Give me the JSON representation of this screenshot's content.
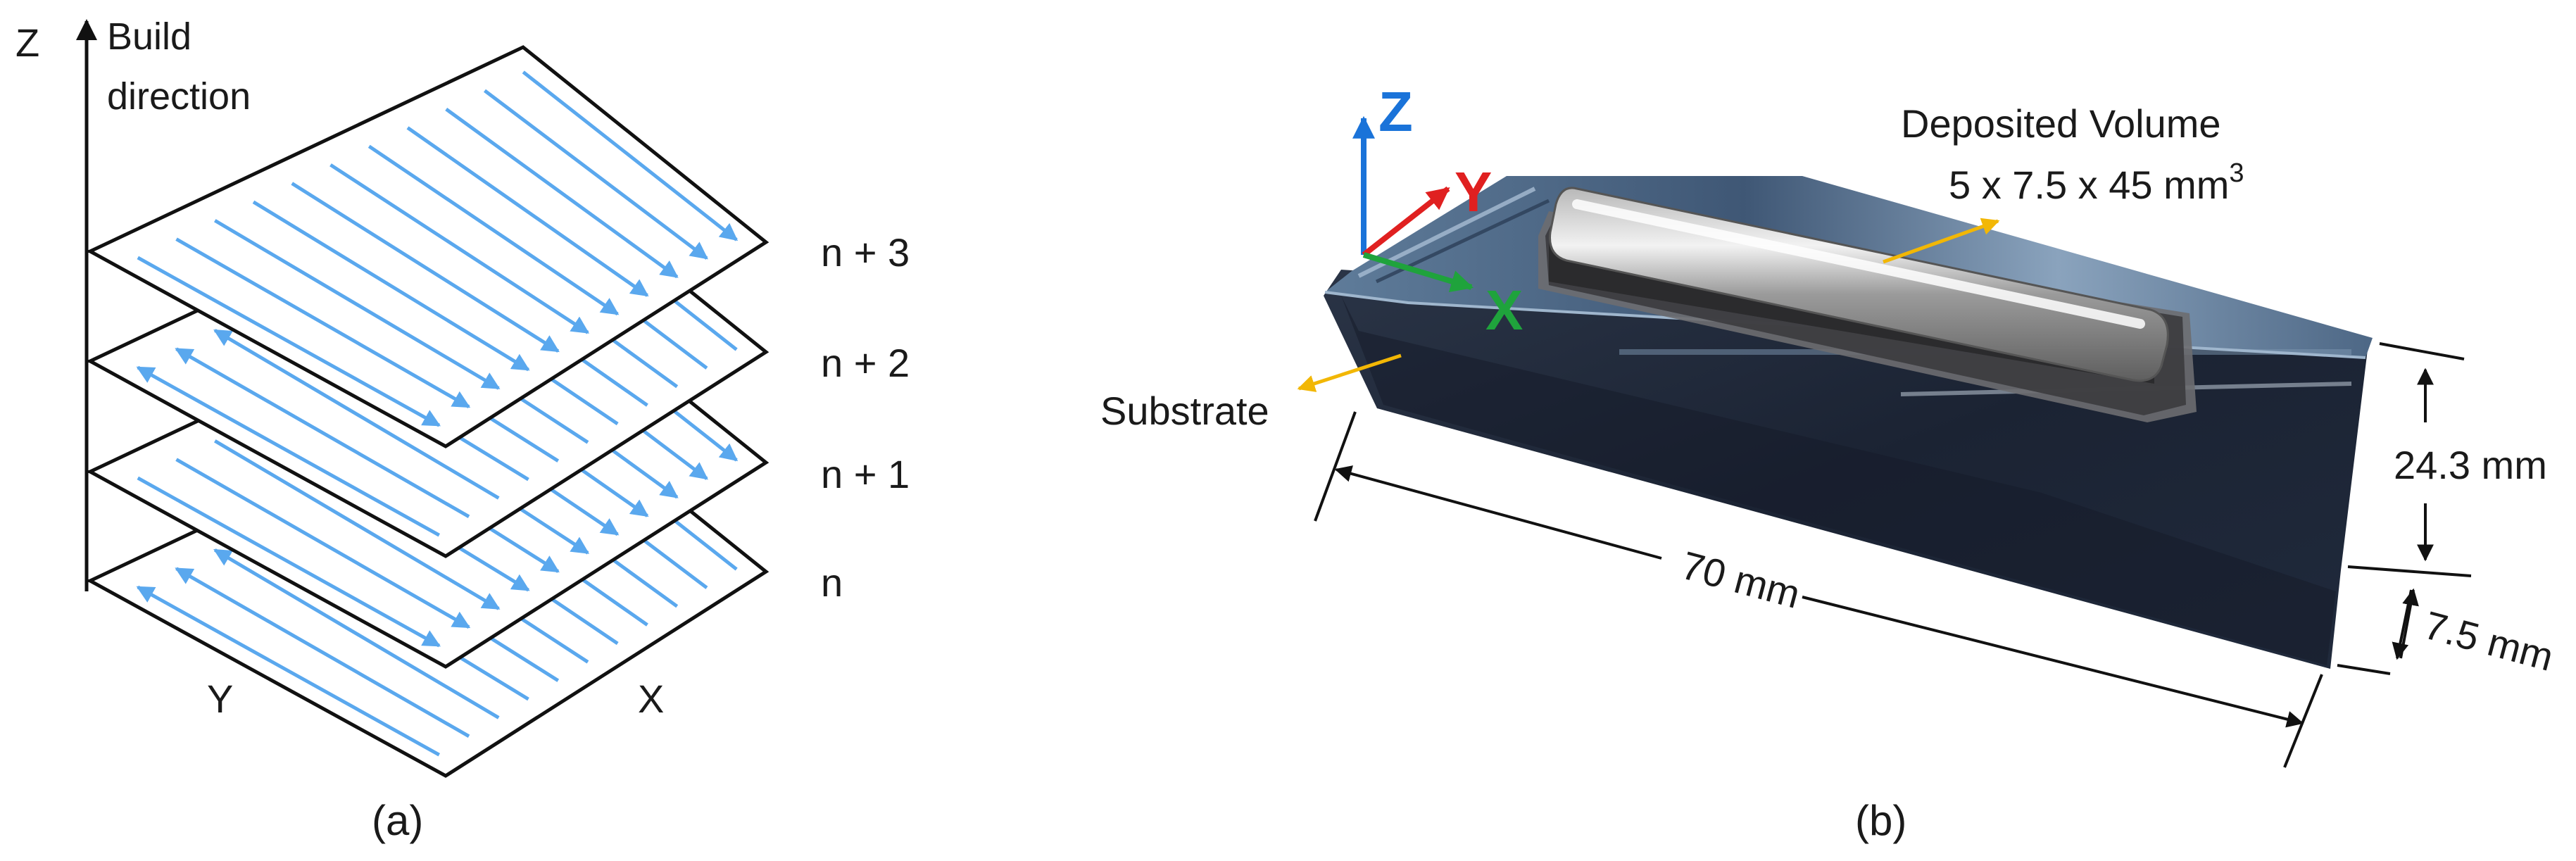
{
  "panel_a": {
    "axis_z": "Z",
    "axis_z_caption_line1": "Build",
    "axis_z_caption_line2": "direction",
    "axis_y": "Y",
    "axis_x": "X",
    "layers": [
      {
        "label": "n",
        "scan_direction": "reverse"
      },
      {
        "label": "n + 1",
        "scan_direction": "forward"
      },
      {
        "label": "n + 2",
        "scan_direction": "reverse"
      },
      {
        "label": "n + 3",
        "scan_direction": "forward"
      }
    ],
    "caption": "(a)"
  },
  "panel_b": {
    "triad_z": "Z",
    "triad_y": "Y",
    "triad_x": "X",
    "deposited_label": "Deposited Volume",
    "deposited_dims": "5 x 7.5 x 45 mm",
    "deposited_dims_sup": "3",
    "substrate_label": "Substrate",
    "length_label": "70 mm",
    "height_label": "24.3 mm",
    "width_label": "7.5 mm",
    "caption": "(b)"
  },
  "colors": {
    "scan_arrow": "#5aa8ee",
    "triad_z": "#1a73d9",
    "triad_y": "#e02020",
    "triad_x": "#1fa33c",
    "leader": "#f2b705",
    "substrate_dark": "#1c2536",
    "substrate_top": "#54708d"
  }
}
